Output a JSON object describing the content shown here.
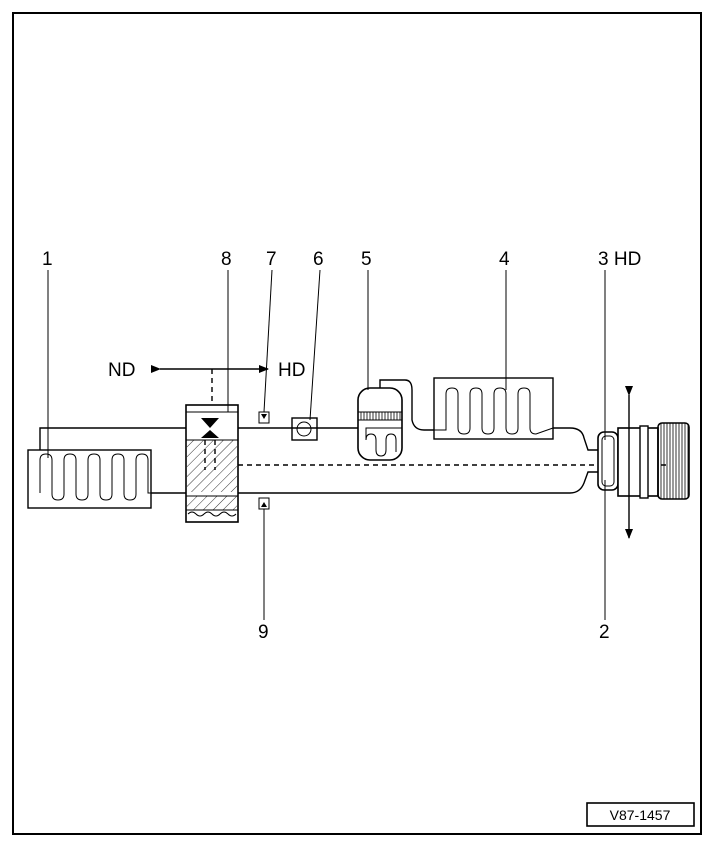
{
  "labels": {
    "l1": "1",
    "l2": "2",
    "l3": "3 HD",
    "l4": "4",
    "l5": "5",
    "l6": "6",
    "l7": "7",
    "l8": "8",
    "l9": "9",
    "nd": "ND",
    "hd": "HD"
  },
  "reference": "V87-1457"
}
